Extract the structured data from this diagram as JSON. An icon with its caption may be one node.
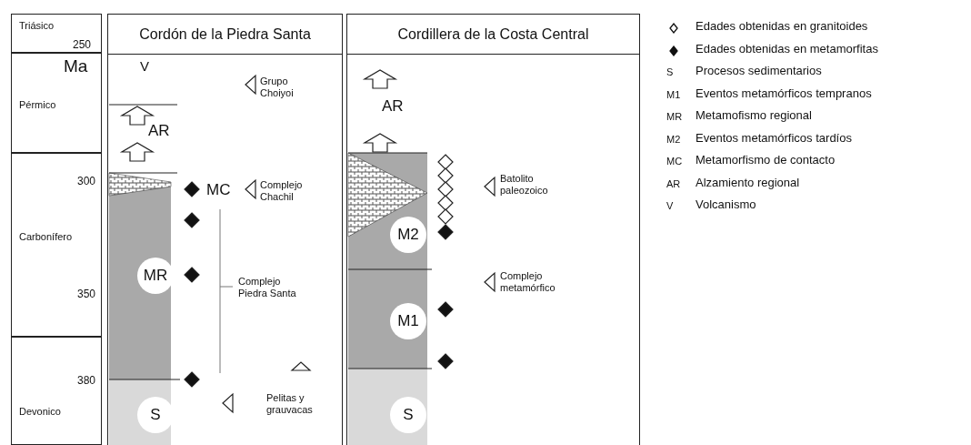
{
  "diagram": {
    "nodes": [
      {
        "text": [
          "Triásico"
        ]
      },
      {
        "text": [
          "Pérmico"
        ]
      },
      {
        "text": [
          "Carbonífero"
        ]
      },
      {
        "text": [
          "Devonico"
        ]
      },
      {
        "text": [
          "Cordón de la Piedra Santa"
        ]
      },
      {
        "text": [
          "MR"
        ],
        "in": 4
      },
      {
        "text": [
          "S"
        ],
        "in": 4
      },
      {
        "text": [
          "Cordillera de la Costa Central"
        ]
      },
      {
        "text": [
          "M2"
        ],
        "in": 7
      },
      {
        "text": [
          "M1"
        ],
        "in": 7
      },
      {
        "text": [
          "S"
        ],
        "in": 7
      }
    ],
    "edges": [],
    "labels": [
      "250",
      "Ma",
      "300",
      "350",
      "380",
      "V",
      "AR",
      "MC",
      "Grupo Choiyoi",
      "Complejo Chachil",
      "Complejo Piedra Santa",
      "Pelitas y grauvacas",
      "AR",
      "Batolito paleozoico",
      "Complejo metamórfico",
      "S",
      "M1",
      "MR",
      "M2",
      "MC",
      "AR",
      "V"
    ],
    "legend": [
      {
        "text": "Edades obtenidas en granitoides"
      },
      {
        "text": "Edades obtenidas en metamorfitas"
      },
      {
        "text": "Procesos sedimentarios"
      },
      {
        "text": "Eventos metamórficos tempranos"
      },
      {
        "text": "Metamofismo regional"
      },
      {
        "text": "Eventos metamórficos tardíos"
      },
      {
        "text": "Metamorfismo de contacto"
      },
      {
        "text": "Alzamiento regional"
      },
      {
        "text": "Volcanismo"
      }
    ]
  }
}
